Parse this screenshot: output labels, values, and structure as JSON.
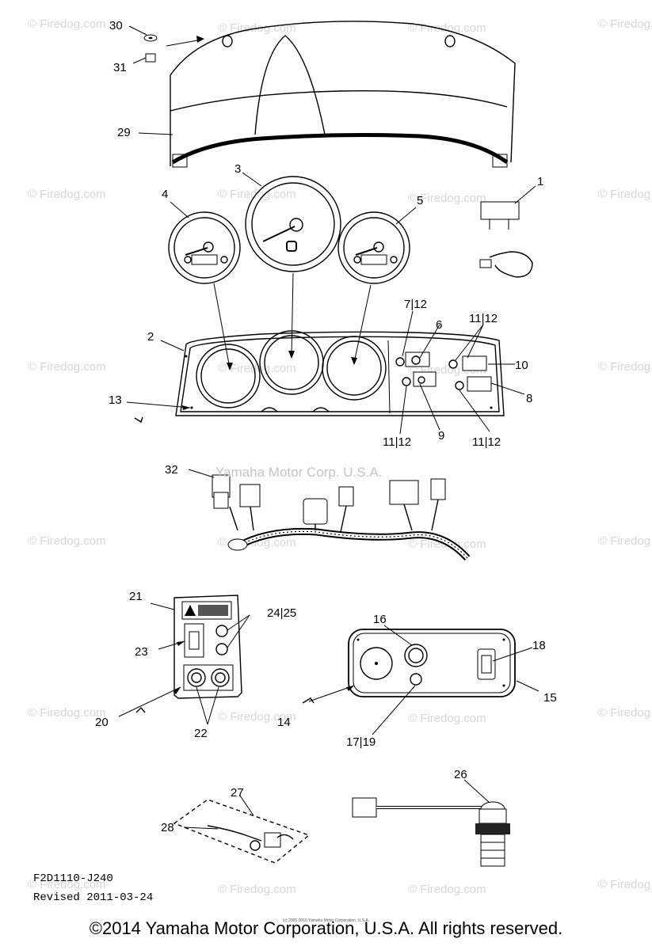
{
  "watermark_text": "© Firedog.com",
  "center_watermark": "Yamaha Motor Corp. U.S.A.",
  "callouts": {
    "c1": "1",
    "c2": "2",
    "c3": "3",
    "c4": "4",
    "c5": "5",
    "c6": "6",
    "c7_12": "7|12",
    "c8": "8",
    "c9": "9",
    "c10": "10",
    "c11_12a": "11|12",
    "c11_12b": "11|12",
    "c11_12c": "11|12",
    "c13": "13",
    "c14": "14",
    "c15": "15",
    "c16": "16",
    "c17_19": "17|19",
    "c18": "18",
    "c20": "20",
    "c21": "21",
    "c22": "22",
    "c23": "23",
    "c24_25": "24|25",
    "c26": "26",
    "c27": "27",
    "c28": "28",
    "c29": "29",
    "c30": "30",
    "c31": "31",
    "c32": "32"
  },
  "document_code": "F2D1110-J240",
  "revised": "Revised  2011-03-24",
  "tiny_copyright": "(c) 2005 2010 Yamaha Motor Corporation, U.S.A.",
  "copyright": "©2014 Yamaha Motor Corporation, U.S.A. All rights reserved."
}
